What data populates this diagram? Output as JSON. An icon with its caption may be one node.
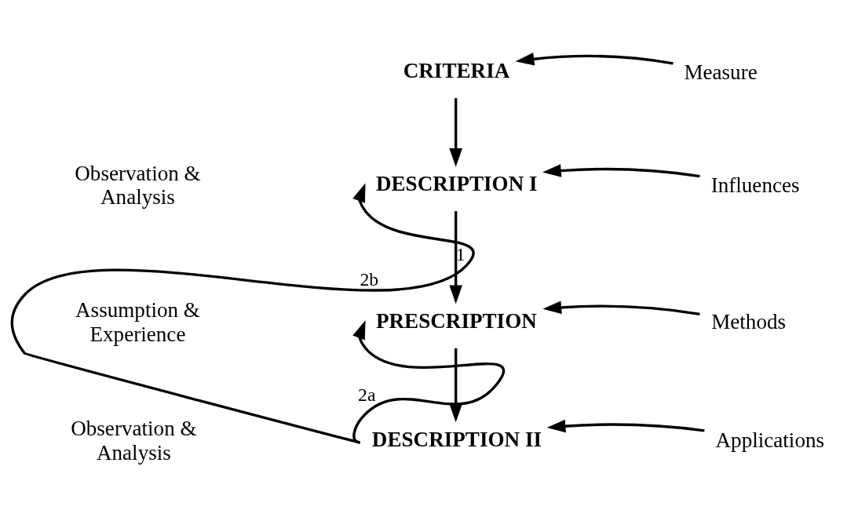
{
  "diagram": {
    "nodes": [
      {
        "text": [
          "CRITERIA"
        ]
      },
      {
        "text": [
          "DESCRIPTION I"
        ]
      },
      {
        "text": [
          "PRESCRIPTION"
        ]
      },
      {
        "text": [
          "DESCRIPTION II"
        ]
      },
      {
        "text": [
          "Measure"
        ]
      },
      {
        "text": [
          "Influences"
        ]
      },
      {
        "text": [
          "Methods"
        ]
      },
      {
        "text": [
          "Applications"
        ]
      }
    ],
    "edges": [
      {
        "from": 0,
        "to": 1,
        "arrow": "to"
      },
      {
        "from": 1,
        "to": 2,
        "arrow": "to",
        "label": "1"
      },
      {
        "from": 2,
        "to": 3,
        "arrow": "to"
      },
      {
        "from": 3,
        "to": 1,
        "arrow": "to",
        "label": "2b"
      },
      {
        "from": 3,
        "to": 2,
        "arrow": "to",
        "label": "2a"
      },
      {
        "from": 4,
        "to": 0,
        "arrow": "to"
      },
      {
        "from": 5,
        "to": 1,
        "arrow": "to"
      },
      {
        "from": 6,
        "to": 2,
        "arrow": "to"
      },
      {
        "from": 7,
        "to": 3,
        "arrow": "to"
      }
    ],
    "labels": [
      "Observation & Analysis",
      "Assumption & Experience",
      "Observation & Analysis"
    ]
  }
}
